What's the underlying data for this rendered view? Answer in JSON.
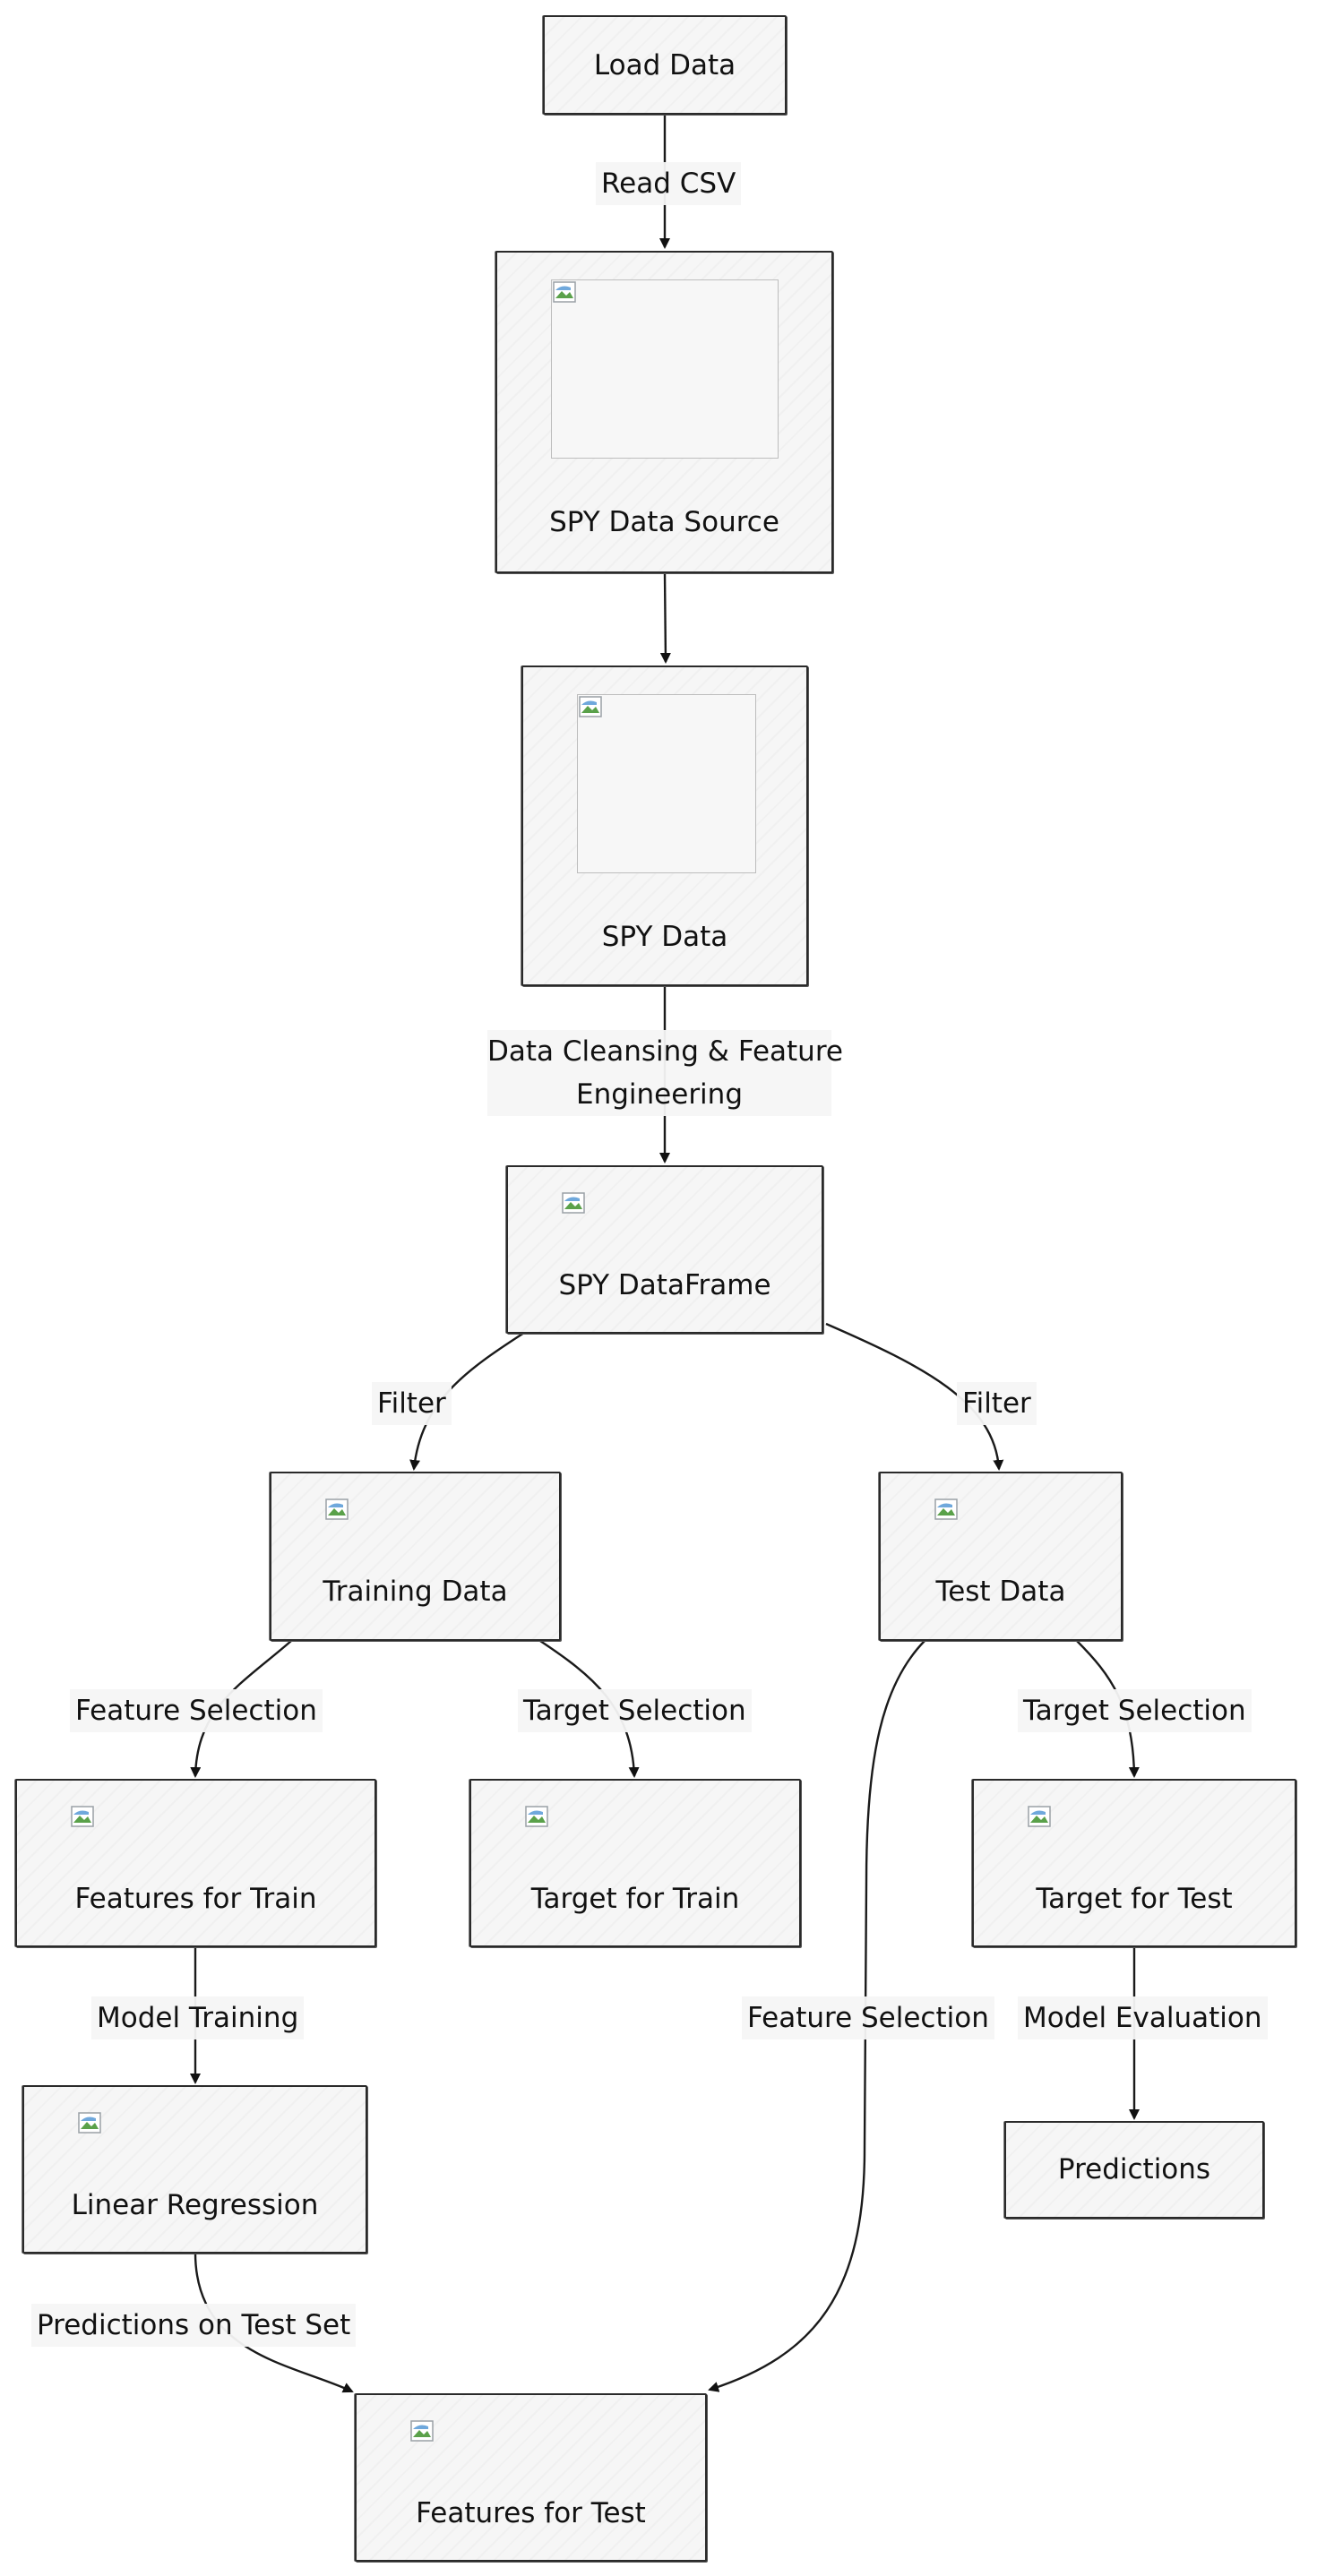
{
  "nodes": {
    "load_data": "Load Data",
    "spy_data_source": "SPY Data Source",
    "spy_data": "SPY Data",
    "spy_dataframe": "SPY DataFrame",
    "training_data": "Training Data",
    "test_data": "Test Data",
    "features_for_train": "Features for Train",
    "target_for_train": "Target for Train",
    "target_for_test": "Target for Test",
    "linear_regression": "Linear Regression",
    "predictions": "Predictions",
    "features_for_test": "Features for Test"
  },
  "edges": {
    "read_csv": "Read CSV",
    "data_cleansing_line1": "Data Cleansing & Feature",
    "data_cleansing_line2": "Engineering",
    "filter_train": "Filter",
    "filter_test": "Filter",
    "feature_selection_train": "Feature Selection",
    "target_selection_train": "Target Selection",
    "target_selection_test": "Target Selection",
    "feature_selection_test": "Feature Selection",
    "model_training": "Model Training",
    "model_evaluation": "Model Evaluation",
    "predictions_on_test_set": "Predictions on Test Set"
  },
  "icons": [
    "broken-image-icon"
  ]
}
